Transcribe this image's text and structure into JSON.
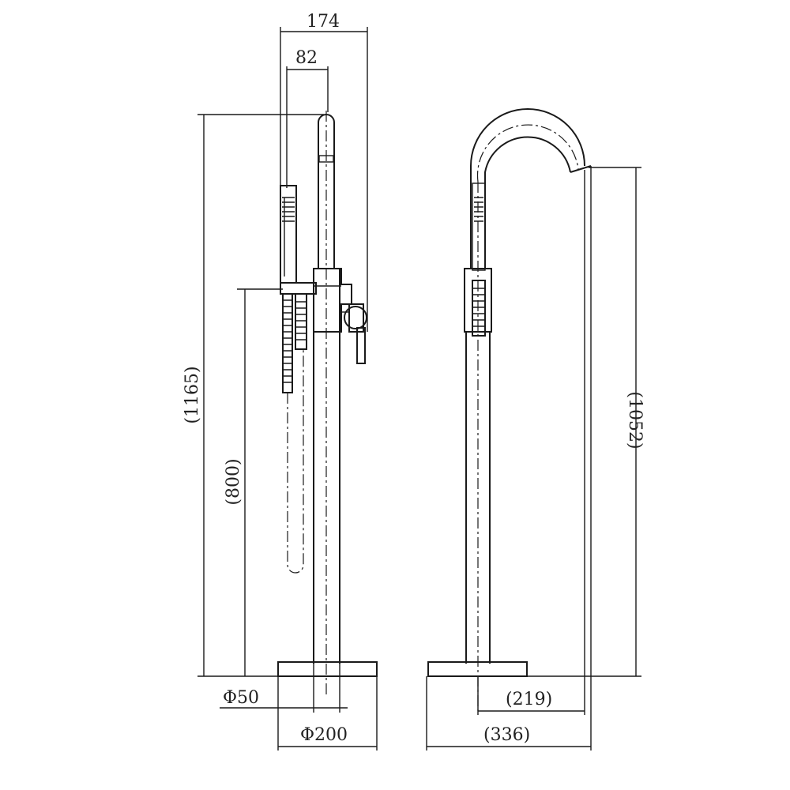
{
  "dimensions": {
    "top_width": "174",
    "spout_offset": "82",
    "total_height": "(1165)",
    "outlet_height": "(800)",
    "spout_height": "(1052)",
    "tube_diameter": "Φ50",
    "base_diameter": "Φ200",
    "spout_reach": "(219)",
    "total_depth": "(336)"
  }
}
